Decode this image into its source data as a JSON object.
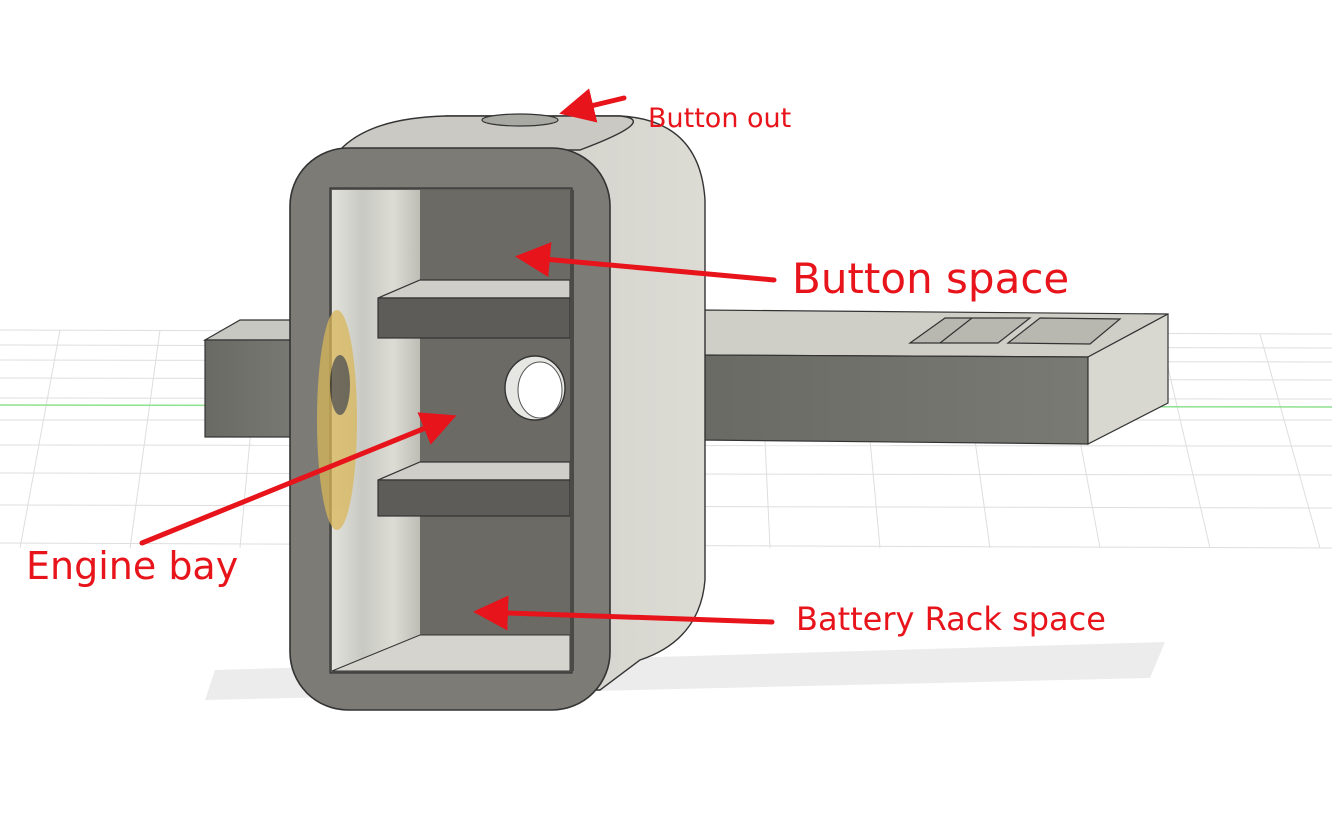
{
  "callouts": {
    "button_out": "Button out",
    "button_space": "Button space",
    "engine_bay": "Engine bay",
    "battery_rack_space": "Battery Rack space"
  },
  "colors": {
    "annotation": "#e8141b",
    "body_light": "#d3d2cb",
    "body_dark": "#6e6d68",
    "grid": "#d9d9d9",
    "axis_green": "#8fe08f"
  },
  "view": {
    "type": "3d-cad-model-viewport"
  }
}
